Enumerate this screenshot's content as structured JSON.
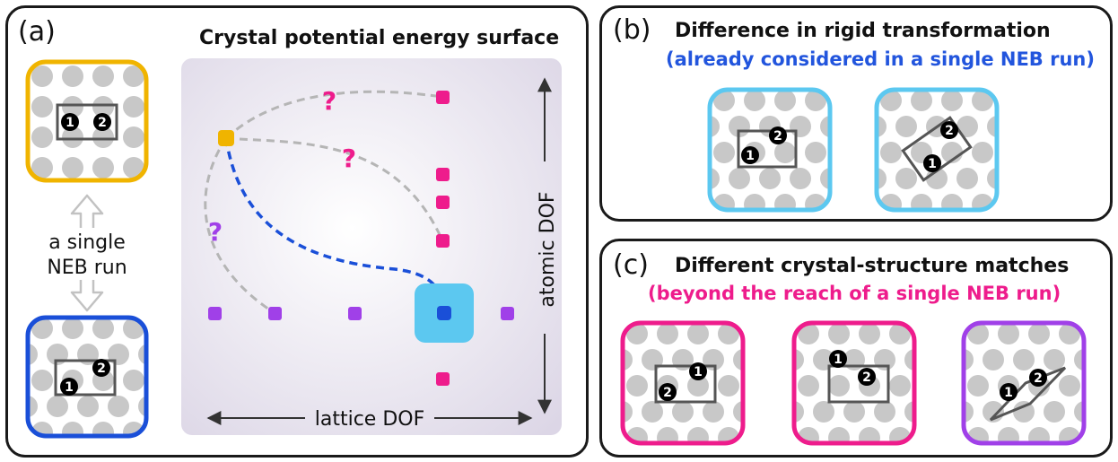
{
  "panel_a": {
    "label": "(a)",
    "title": "Crystal potential energy surface",
    "neb_label_line1": "a single",
    "neb_label_line2": "NEB run",
    "x_axis_label": "lattice DOF",
    "y_axis_label": "atomic DOF",
    "question_mark": "?"
  },
  "panel_b": {
    "label": "(b)",
    "title": "Difference in rigid transformation",
    "subtitle": "(already considered in a single NEB run)"
  },
  "panel_c": {
    "label": "(c)",
    "title": "Different crystal-structure matches",
    "subtitle": "(beyond the reach of a single NEB run)"
  },
  "atoms": {
    "one": "1",
    "two": "2"
  },
  "colors": {
    "orange": "#f0b400",
    "blue": "#1a4fd8",
    "cyan": "#5cc8f0",
    "magenta": "#ee1c8c",
    "purple": "#a040e8",
    "gray_dot": "#c8c8c8",
    "subtitle_blue": "#2255dd",
    "subtitle_magenta": "#ee1c8c"
  }
}
